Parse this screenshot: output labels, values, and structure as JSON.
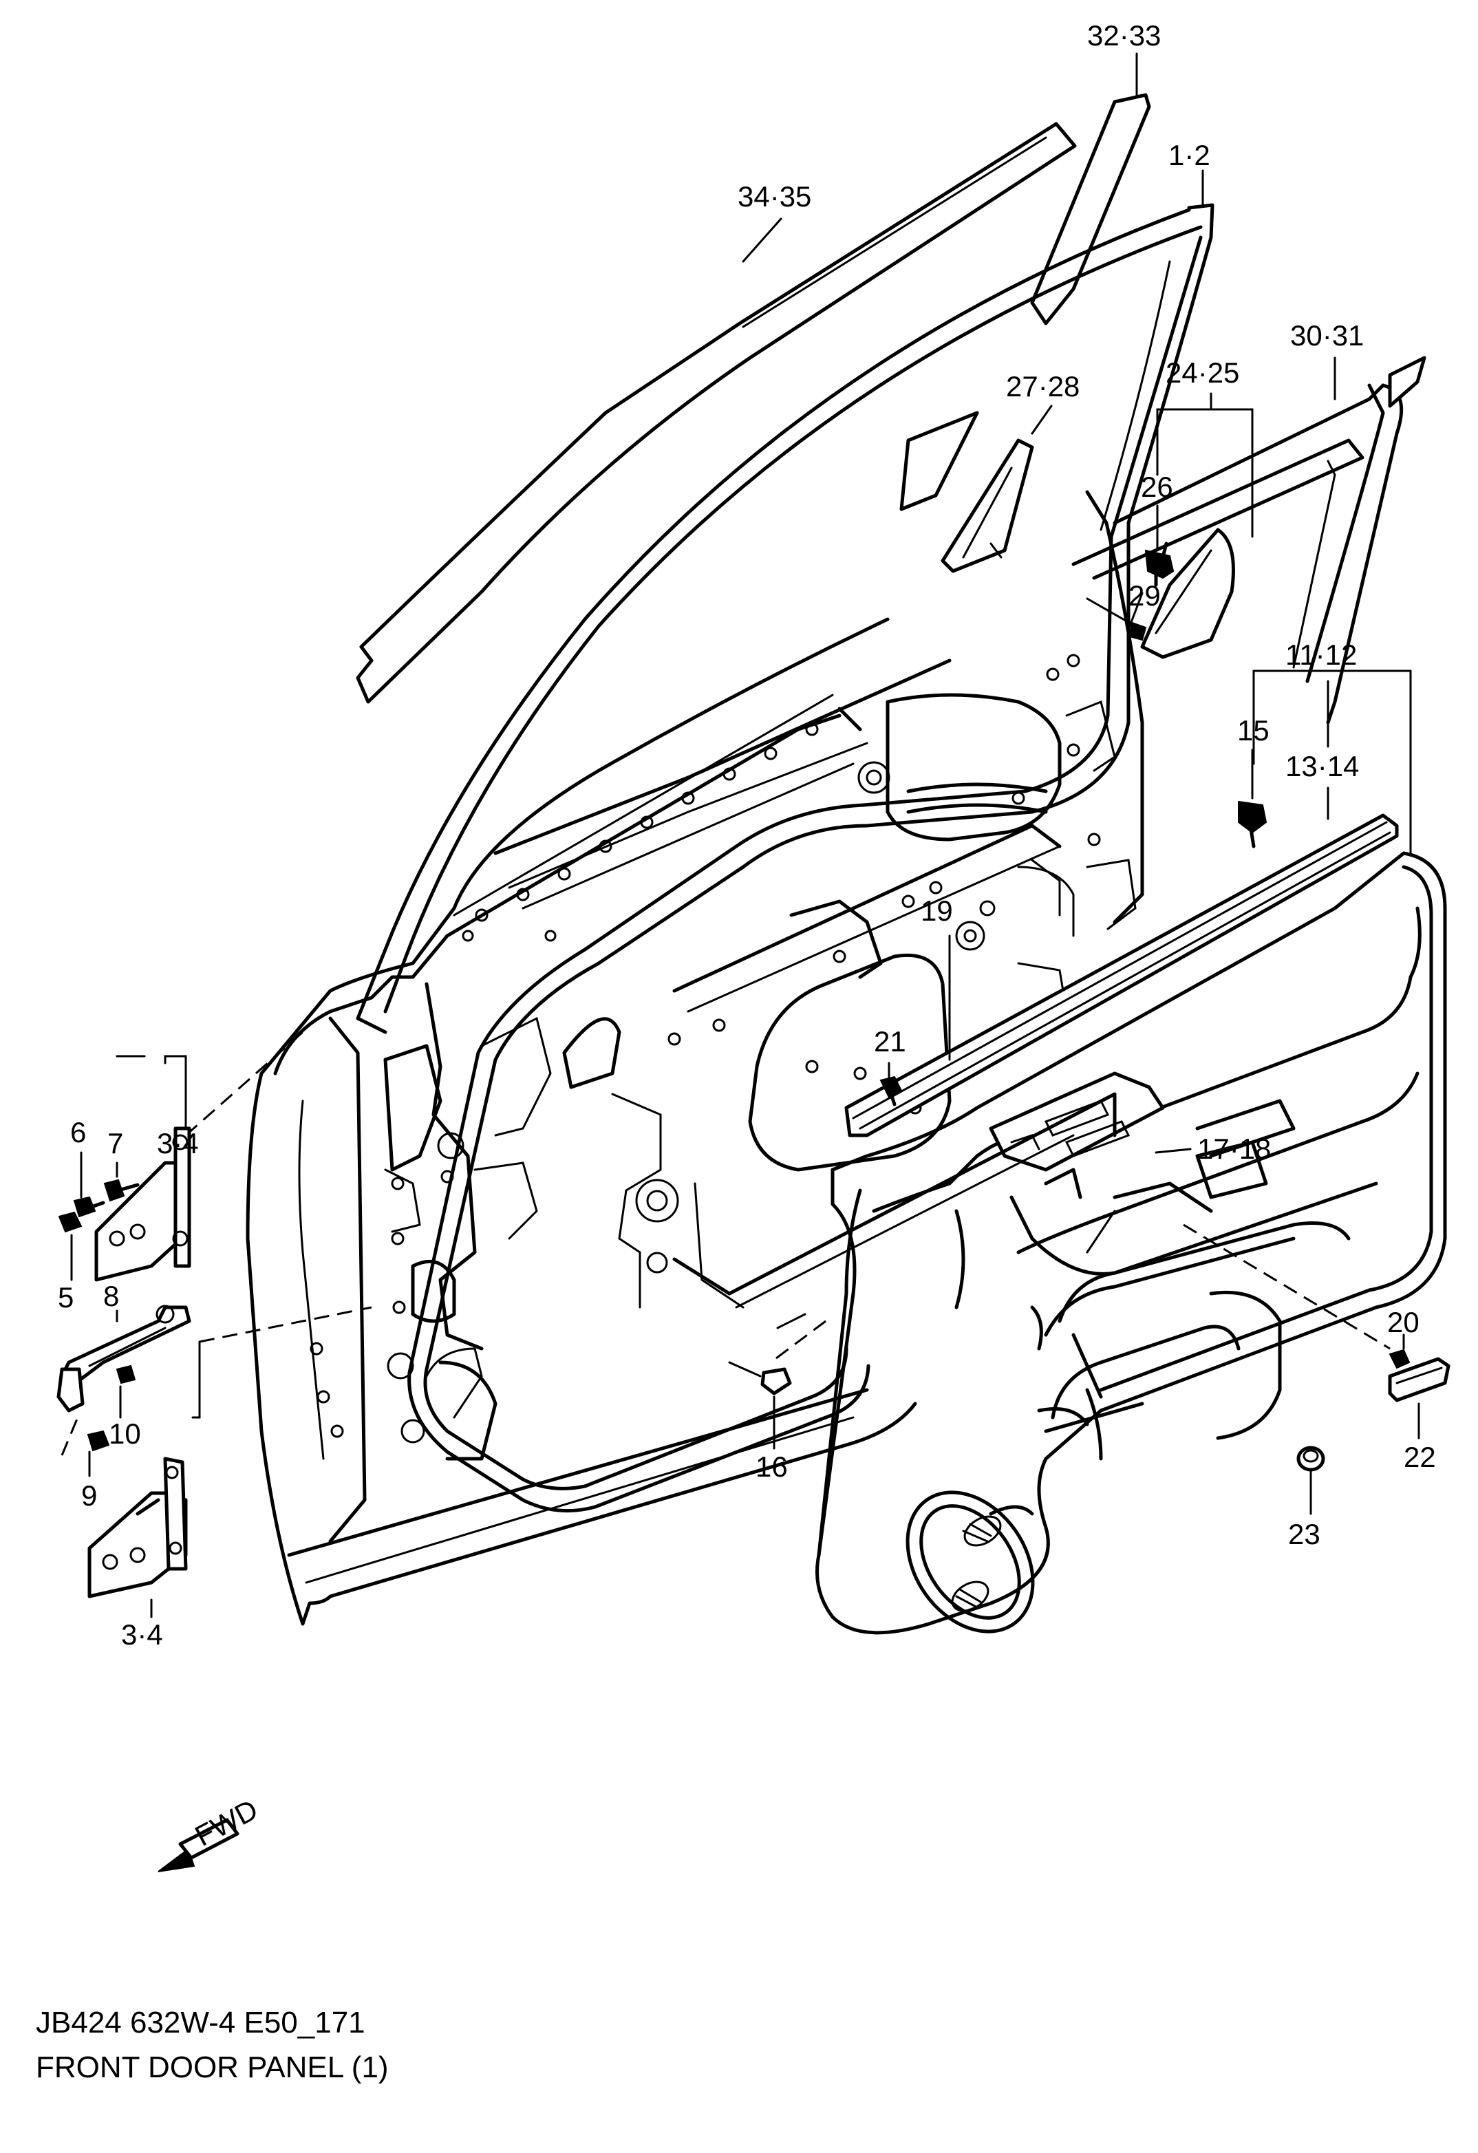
{
  "diagram": {
    "code": "JB424 632W-4 E50_171",
    "title": "FRONT DOOR PANEL (1)",
    "fwd_badge": "FWD",
    "callouts": [
      {
        "id": "c-32-33",
        "text": "32·33"
      },
      {
        "id": "c-1-2",
        "text": "1·2"
      },
      {
        "id": "c-34-35",
        "text": "34·35"
      },
      {
        "id": "c-30-31",
        "text": "30·31"
      },
      {
        "id": "c-24-25",
        "text": "24·25"
      },
      {
        "id": "c-27-28",
        "text": "27·28"
      },
      {
        "id": "c-26",
        "text": "26"
      },
      {
        "id": "c-29",
        "text": "29"
      },
      {
        "id": "c-11-12",
        "text": "11·12"
      },
      {
        "id": "c-15",
        "text": "15"
      },
      {
        "id": "c-13-14",
        "text": "13·14"
      },
      {
        "id": "c-19",
        "text": "19"
      },
      {
        "id": "c-21",
        "text": "21"
      },
      {
        "id": "c-17-18",
        "text": "17·18"
      },
      {
        "id": "c-7",
        "text": "7"
      },
      {
        "id": "c-3-4-top",
        "text": "3·4"
      },
      {
        "id": "c-6",
        "text": "6"
      },
      {
        "id": "c-5",
        "text": "5"
      },
      {
        "id": "c-8",
        "text": "8"
      },
      {
        "id": "c-10",
        "text": "10"
      },
      {
        "id": "c-9",
        "text": "9"
      },
      {
        "id": "c-3-4-bottom",
        "text": "3·4"
      },
      {
        "id": "c-16",
        "text": "16"
      },
      {
        "id": "c-20",
        "text": "20"
      },
      {
        "id": "c-22",
        "text": "22"
      },
      {
        "id": "c-23",
        "text": "23"
      }
    ]
  }
}
